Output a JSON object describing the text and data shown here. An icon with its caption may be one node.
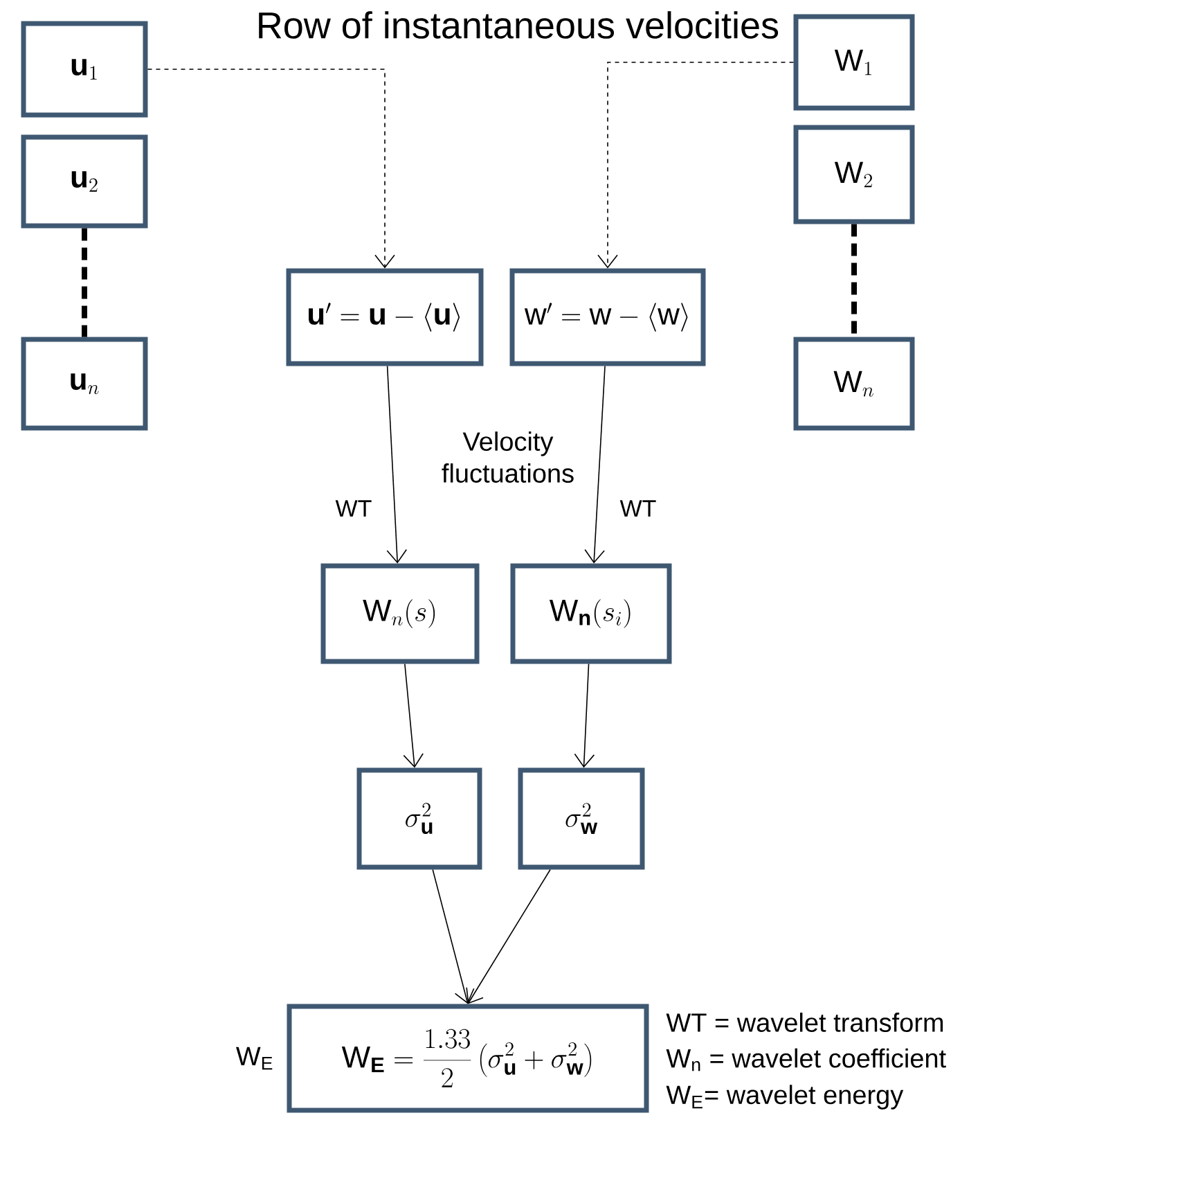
{
  "diagram": {
    "nodes": [
      {
        "text": [
          "\\mathbf{u}_{1}"
        ]
      },
      {
        "text": [
          "\\mathbf{u}_{2}"
        ]
      },
      {
        "text": [
          "\\mathbf{u}_{n}"
        ]
      },
      {
        "text": [
          "\\mathrm{W}_{1}"
        ]
      },
      {
        "text": [
          "\\mathrm{W}_{2}"
        ]
      },
      {
        "text": [
          "\\mathrm{W}_{n}"
        ]
      },
      {
        "text": [
          "\\mathbf{u}' = \\mathbf{u} - \\langle \\mathbf{u} \\rangle"
        ]
      },
      {
        "text": [
          "\\mathrm{w}' = \\mathrm{w} - \\langle \\mathrm{w} \\rangle"
        ]
      },
      {
        "text": [
          "\\mathrm{W}_{n}(s)"
        ]
      },
      {
        "text": [
          "\\mathrm{W}_{\\mathbf{n}}(s_{i})"
        ]
      },
      {
        "text": [
          "\\sigma_{\\mathbf{u}}^{2}"
        ]
      },
      {
        "text": [
          "\\sigma_{\\mathbf{w}}^{2}"
        ]
      },
      {
        "text": [
          "\\mathrm{W}_{\\mathbf{E}} = \\frac{1.33}{2}\\left(\\sigma_{\\mathbf{u}}^{2} + \\sigma_{\\mathbf{w}}^{2}\\right)"
        ],
        "beside": [
          "W$_{E}$"
        ]
      }
    ],
    "edges": [
      {
        "from": 0,
        "to": 6,
        "arrow": "to",
        "style": "dashed"
      },
      {
        "from": 3,
        "to": 7,
        "arrow": "to",
        "style": "dashed"
      },
      {
        "from": 1,
        "to": 2,
        "arrow": "none",
        "style": "dashed"
      },
      {
        "from": 4,
        "to": 5,
        "arrow": "none",
        "style": "dashed"
      },
      {
        "from": 6,
        "to": 8,
        "arrow": "to",
        "label": "WT"
      },
      {
        "from": 7,
        "to": 9,
        "arrow": "to",
        "label": "WT"
      },
      {
        "from": 8,
        "to": 10,
        "arrow": "to"
      },
      {
        "from": 9,
        "to": 11,
        "arrow": "to"
      },
      {
        "from": 10,
        "to": 12,
        "arrow": "to"
      },
      {
        "from": 11,
        "to": 12,
        "arrow": "to"
      }
    ],
    "labels": [
      "Row of instantaneous velocities",
      "Velocity fluctuations",
      "WT = wavelet transform",
      "W$_{n}$ = wavelet coefficient",
      "W$_{E}$= wavelet energy"
    ]
  }
}
